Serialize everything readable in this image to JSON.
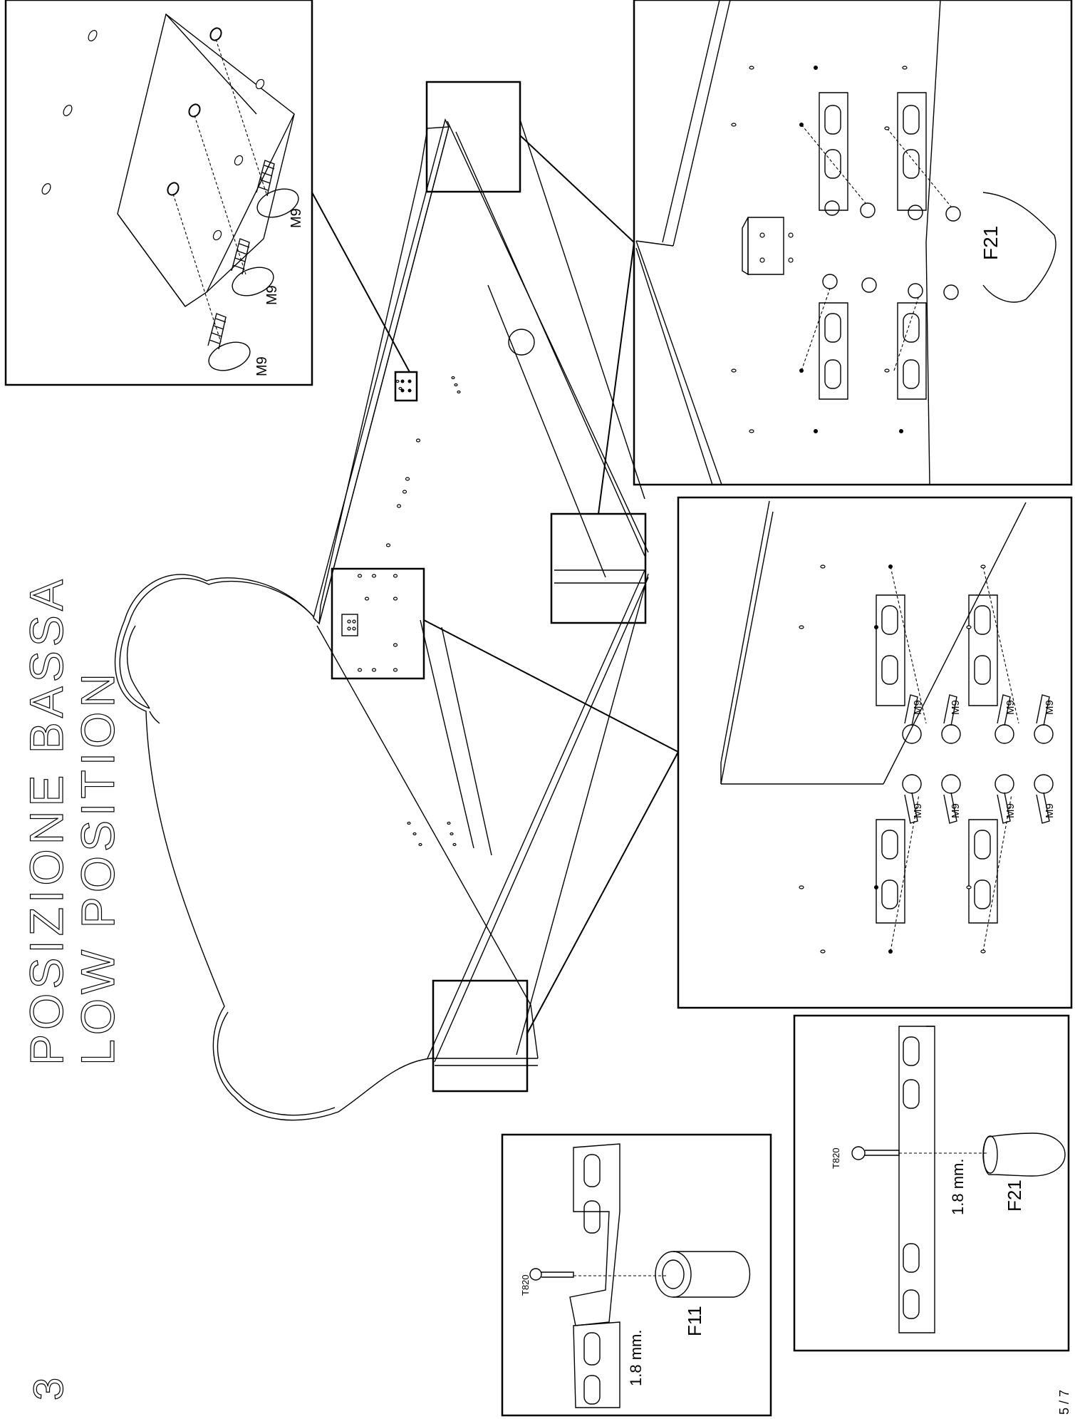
{
  "step": {
    "number": "3",
    "title_it": "POSIZIONE BASSA",
    "title_en": "LOW POSITION"
  },
  "labels": {
    "screw_m9": "M9",
    "screw_t820": "T820",
    "foot_f21": "F21",
    "foot_f11": "F11",
    "thickness": "1.8 mm."
  },
  "page_number": "5 / 7"
}
